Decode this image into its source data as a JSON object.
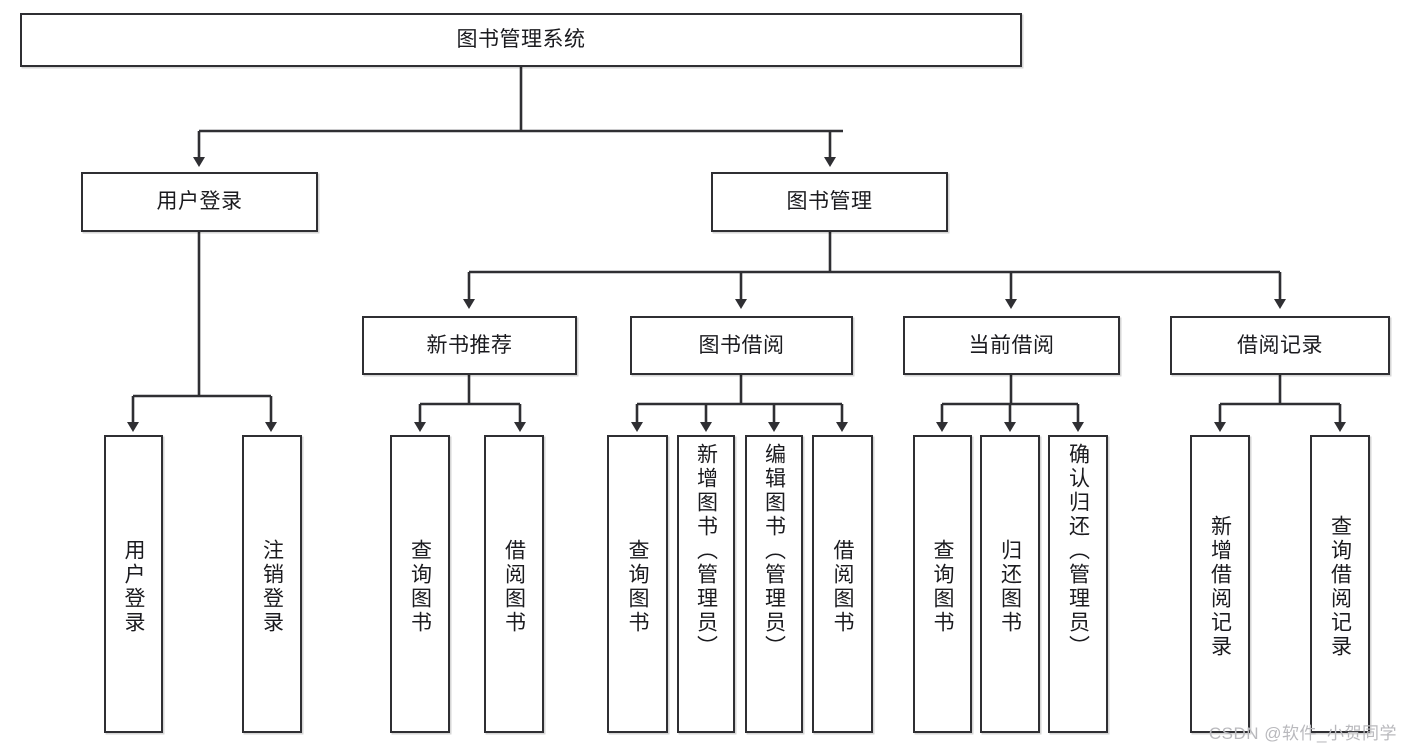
{
  "diagram": {
    "title": "图书管理系统",
    "type": "tree-hierarchy-chart",
    "root": {
      "label": "图书管理系统"
    },
    "level1": [
      {
        "label": "用户登录"
      },
      {
        "label": "图书管理"
      }
    ],
    "level2": [
      {
        "label": "新书推荐",
        "parent": "图书管理"
      },
      {
        "label": "图书借阅",
        "parent": "图书管理"
      },
      {
        "label": "当前借阅",
        "parent": "图书管理"
      },
      {
        "label": "借阅记录",
        "parent": "图书管理"
      }
    ],
    "leaves": {
      "user_login": [
        {
          "label": "用户登录"
        },
        {
          "label": "注销登录"
        }
      ],
      "new_book_recommend": [
        {
          "label": "查询图书"
        },
        {
          "label": "借阅图书"
        }
      ],
      "book_borrow": [
        {
          "label": "查询图书"
        },
        {
          "label": "新增图书（管理员）"
        },
        {
          "label": "编辑图书（管理员）"
        },
        {
          "label": "借阅图书"
        }
      ],
      "current_borrow": [
        {
          "label": "查询图书"
        },
        {
          "label": "归还图书"
        },
        {
          "label": "确认归还（管理员）"
        }
      ],
      "borrow_record": [
        {
          "label": "新增借阅记录"
        },
        {
          "label": "查询借阅记录"
        }
      ]
    }
  },
  "watermark": {
    "text": "CSDN @软件_小贺同学"
  },
  "colors": {
    "stroke": "#2f2f33",
    "fill": "#ffffff",
    "text": "#1b1b1f",
    "watermark": "#b9b9bd"
  }
}
